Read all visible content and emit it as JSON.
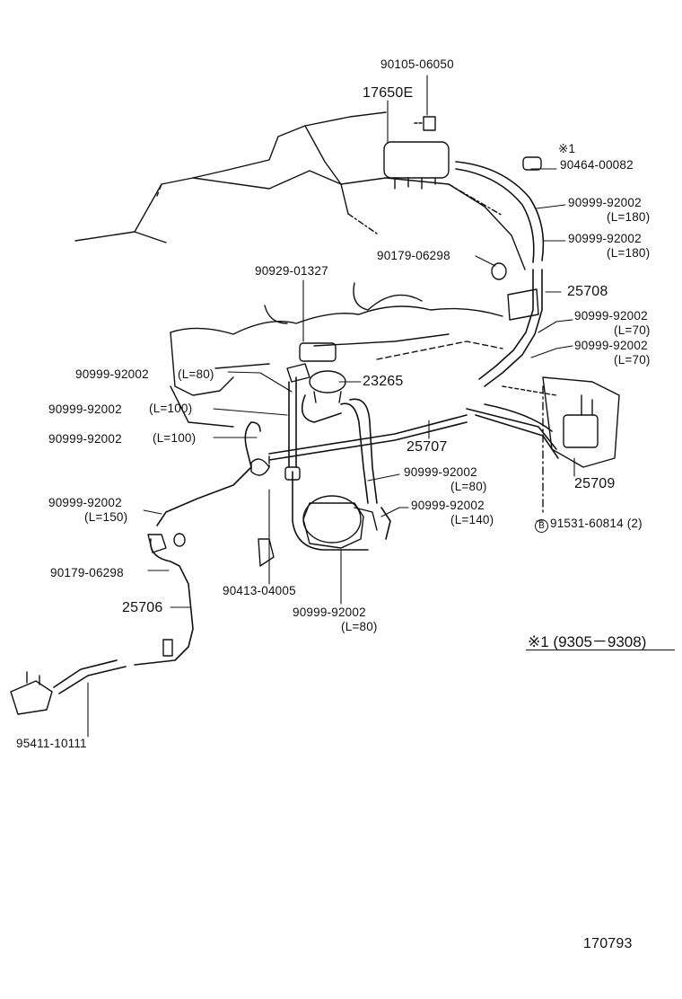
{
  "labels": {
    "p90105": "90105-06050",
    "p17650e": "17650E",
    "note_mark": "※1",
    "p90464": "90464-00082",
    "hose_a": "90999-92002",
    "hose_a_len": "(L=180)",
    "hose_b": "90999-92002",
    "hose_b_len": "(L=180)",
    "p90179_top": "90179-06298",
    "p90929": "90929-01327",
    "p25708": "25708",
    "hose_c": "90999-92002",
    "hose_c_len": "(L=70)",
    "hose_d": "90999-92002",
    "hose_d_len": "(L=70)",
    "hose_e": "90999-92002",
    "hose_e_len": "(L=80)",
    "p23265": "23265",
    "hose_f": "90999-92002",
    "hose_f_len": "(L=100)",
    "hose_g": "90999-92002",
    "hose_g_len": "(L=100)",
    "p25707": "25707",
    "p25709": "25709",
    "hose_h": "90999-92002",
    "hose_h_len": "(L=80)",
    "hose_i": "90999-92002",
    "hose_i_len": "(L=150)",
    "hose_j": "90999-92002",
    "hose_j_len": "(L=140)",
    "bolt_mark": "B",
    "p91531": "91531-60814 (2)",
    "p90179_bottom": "90179-06298",
    "p90413": "90413-04005",
    "p25706": "25706",
    "hose_k": "90999-92002",
    "hose_k_len": "(L=80)",
    "p95411": "95411-10111",
    "note_text": "※1 (9305－9308)",
    "figure_number": "170793"
  }
}
